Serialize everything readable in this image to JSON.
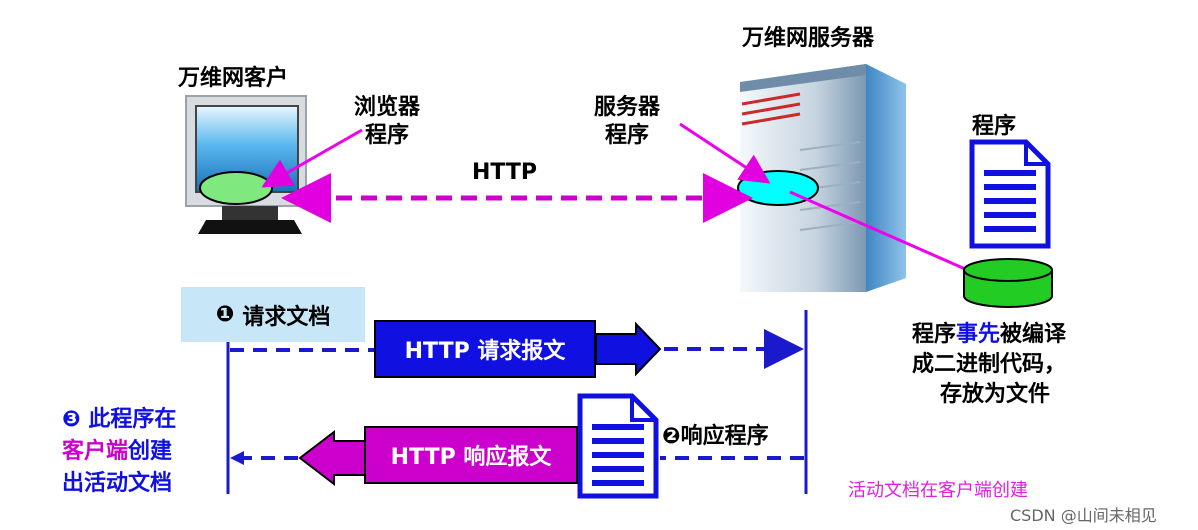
{
  "client": {
    "title": "万维网客户",
    "browser_label_1": "浏览器",
    "browser_label_2": "程序"
  },
  "server": {
    "title": "万维网服务器",
    "program_label_1": "服务器",
    "program_label_2": "程序"
  },
  "http_label": "HTTP",
  "program_doc": {
    "title": "程序",
    "note_1a": "程序",
    "note_1b": "事先",
    "note_1c": "被编译",
    "note_2": "成二进制代码，",
    "note_3": "存放为文件"
  },
  "step1": {
    "marker": "❶",
    "label": "请求文档"
  },
  "request_box": "HTTP 请求报文",
  "step2": {
    "marker": "❷",
    "label": "响应程序"
  },
  "response_box": "HTTP 响应报文",
  "step3": {
    "marker": "❸",
    "line1": "此程序在",
    "line2a": "客户端",
    "line2b": "创建",
    "line3": "出活动文档"
  },
  "caption": "活动文档在客户端创建",
  "watermark": "CSDN @山间未相见",
  "colors": {
    "magenta": "#cc00cc",
    "arrow_magenta": "#e000e0",
    "blue": "#1010e0",
    "dash_blue": "#1a1acc",
    "green": "#22cc22",
    "light_green": "#7fe87f",
    "cyan": "#00ffff",
    "light_blue_box": "#c7e6f7",
    "caption": "#e020e0"
  }
}
